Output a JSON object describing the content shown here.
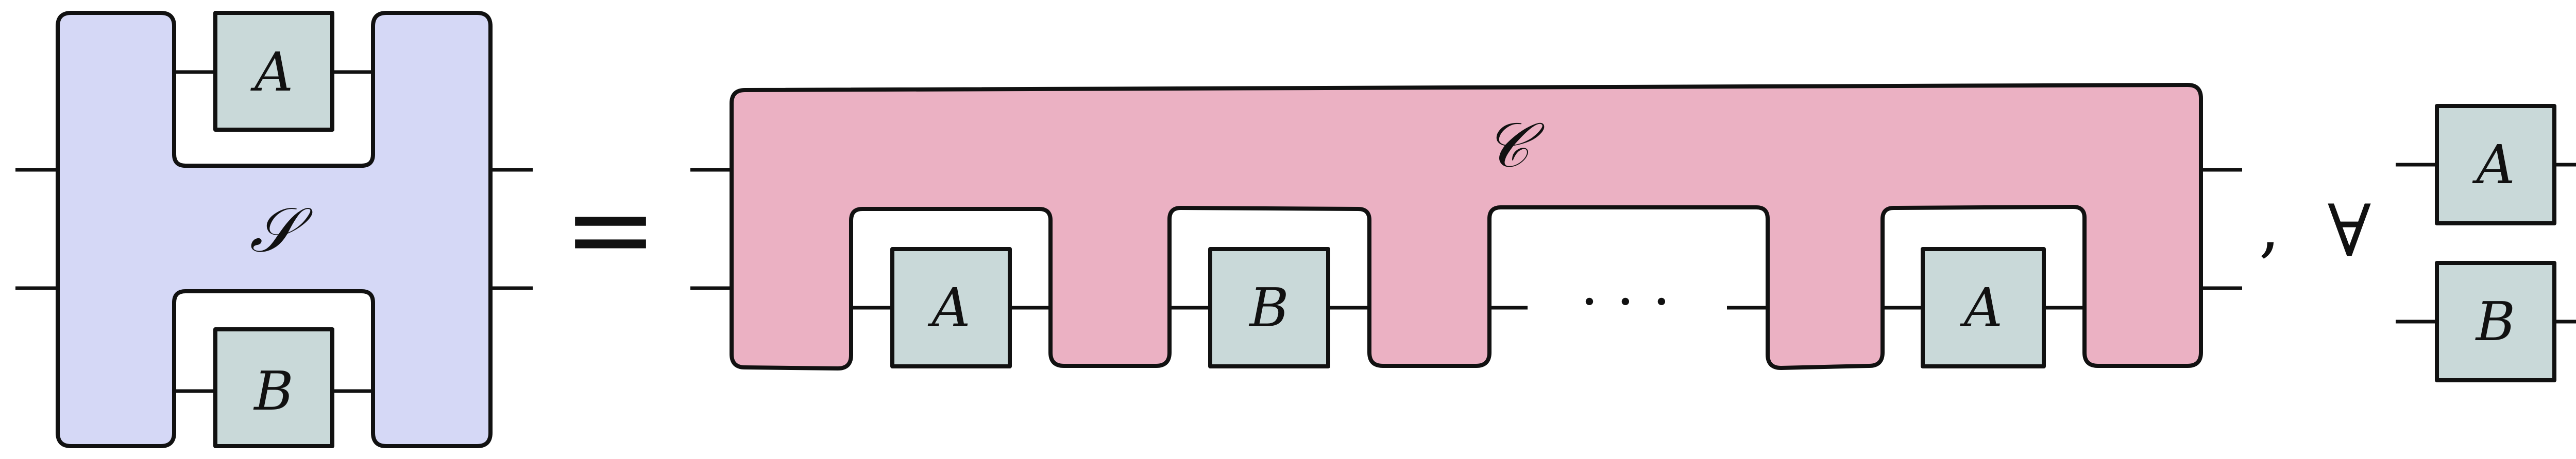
{
  "colors": {
    "comb_s": "#d5d8f6",
    "comb_c": "#ebb1c3",
    "box": "#c9d9d9",
    "outline": "#111111"
  },
  "left": {
    "comb_label": "𝒮",
    "top_box": "A",
    "bottom_box": "B"
  },
  "equals": "=",
  "right": {
    "comb_label": "𝒞",
    "slot_boxes": [
      "A",
      "B",
      "A"
    ],
    "ellipsis": "· · ·"
  },
  "comma": ",",
  "forall": "∀",
  "quantified": {
    "top_box": "A",
    "bottom_box": "B"
  }
}
